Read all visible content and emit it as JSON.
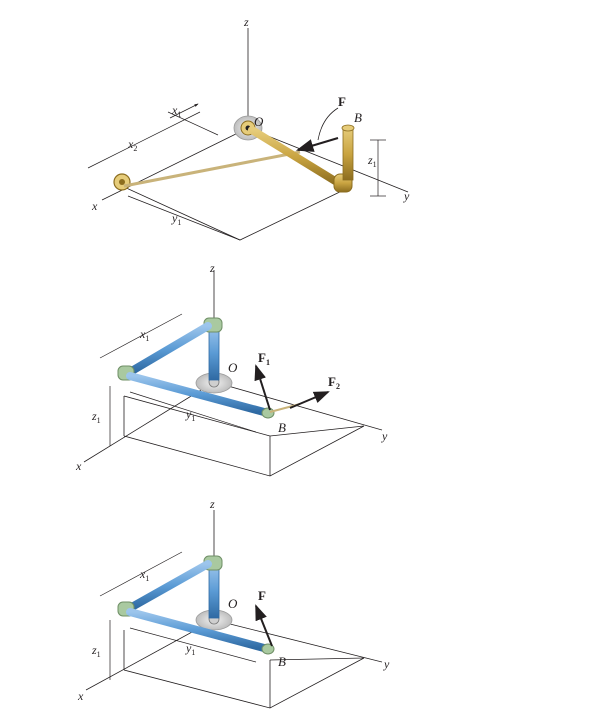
{
  "figure_1": {
    "axis_z": "z",
    "axis_y": "y",
    "axis_x": "x",
    "origin": "O",
    "point_b": "B",
    "force": "F",
    "dim_x1_base": "x",
    "dim_x1_sub": "1",
    "dim_x2_base": "x",
    "dim_x2_sub": "2",
    "dim_y1_base": "y",
    "dim_y1_sub": "1",
    "dim_z1_base": "z",
    "dim_z1_sub": "1"
  },
  "figure_2": {
    "axis_z": "z",
    "axis_y": "y",
    "axis_x": "x",
    "origin": "O",
    "point_b": "B",
    "force1_base": "F",
    "force1_sub": "1",
    "force2_base": "F",
    "force2_sub": "2",
    "dim_x1_base": "x",
    "dim_x1_sub": "1",
    "dim_y1_base": "y",
    "dim_y1_sub": "1",
    "dim_z1_base": "z",
    "dim_z1_sub": "1"
  },
  "figure_3": {
    "axis_z": "z",
    "axis_y": "y",
    "axis_x": "x",
    "origin": "O",
    "point_b": "B",
    "force": "F",
    "dim_x1_base": "x",
    "dim_x1_sub": "1",
    "dim_y1_base": "y",
    "dim_y1_sub": "1",
    "dim_z1_base": "z",
    "dim_z1_sub": "1"
  },
  "colors": {
    "brass": "#c9a441",
    "brass_dark": "#8c6d1f",
    "pipe_blue": "#5b9bd5",
    "pipe_blue_dark": "#2f6aa3",
    "elbow_green": "#a9c9a0",
    "ink": "#231f20"
  }
}
